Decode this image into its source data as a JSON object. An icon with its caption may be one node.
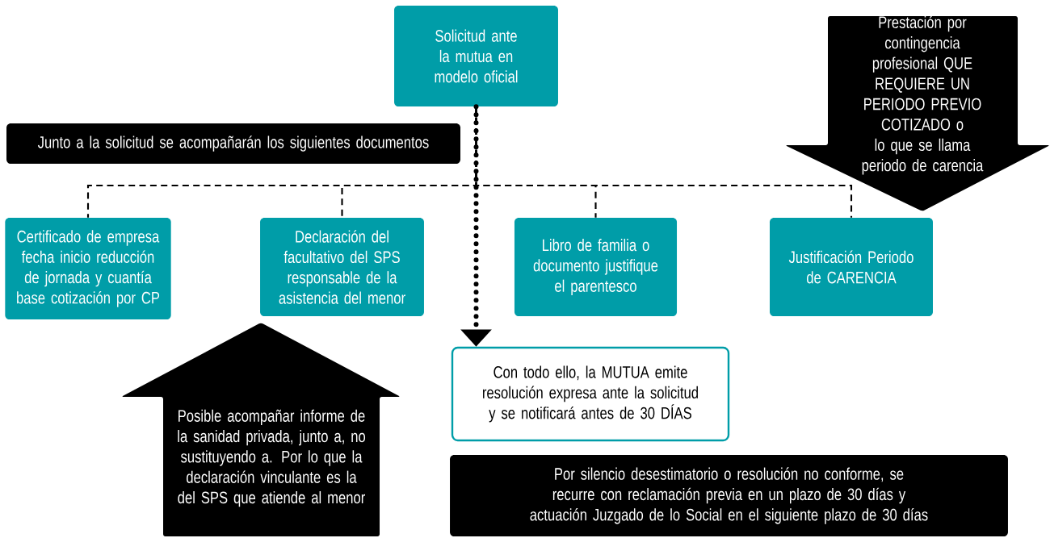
{
  "diagram": {
    "nodes": [
      {
        "text": [
          "Solicitud ante la mutua en modelo oficial"
        ]
      },
      {
        "text": [
          "Junto a la solicitud se acompañarán los siguientes documentos"
        ]
      },
      {
        "text": [
          "Certificado de empresa fecha inicio reducción de jornada y cuantía base cotización por CP"
        ]
      },
      {
        "text": [
          "Declaración del facultativo del SPS responsable de la asistencia del menor"
        ]
      },
      {
        "text": [
          "Libro de familia o documento justifique el parentesco"
        ]
      },
      {
        "text": [
          "Justificación Periodo de CARENCIA"
        ]
      },
      {
        "text": [
          "Prestación por contingencia profesional QUE REQUIERE UN PERIODO PREVIO COTIZADO o lo que se llama periodo de carencia"
        ]
      },
      {
        "text": [
          "Posible acompañar informe de la sanidad privada, junto a, no sustituyendo a. Por lo que la declaración vinculante es la del SPS que atiende al menor"
        ]
      },
      {
        "text": [
          "Con todo ello, la MUTUA emite resolución expresa ante la solicitud y se notificará antes de 30 DÍAS"
        ]
      },
      {
        "text": [
          "Por silencio desestimatorio o resolución no conforme, se recurre con reclamación previa en un plazo de 30 días y actuación Juzgado de lo Social en el siguiente plazo de 30 días"
        ]
      }
    ],
    "edges": [
      {
        "from": 0,
        "to": 2,
        "arrow": "none",
        "style": "dashed"
      },
      {
        "from": 0,
        "to": 3,
        "arrow": "none",
        "style": "dashed"
      },
      {
        "from": 0,
        "to": 4,
        "arrow": "none",
        "style": "dashed"
      },
      {
        "from": 0,
        "to": 5,
        "arrow": "none",
        "style": "dashed"
      },
      {
        "from": 0,
        "to": 8,
        "arrow": "to",
        "style": "dashed"
      }
    ]
  }
}
